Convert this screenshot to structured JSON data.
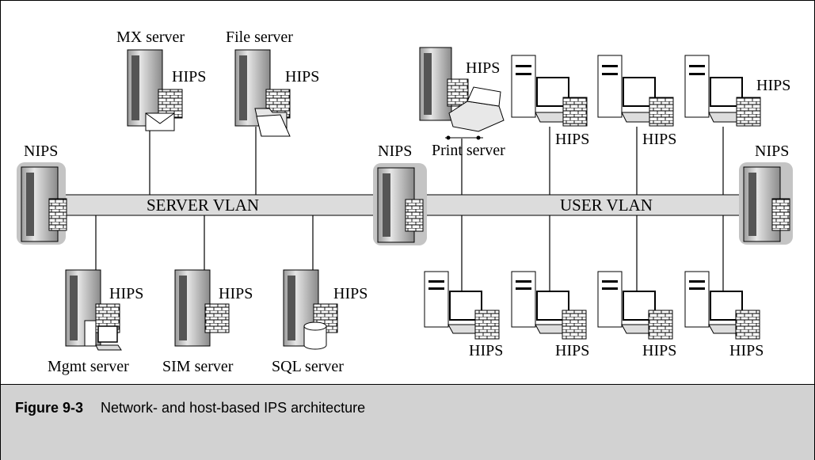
{
  "diagram": {
    "vlans": {
      "server": "SERVER VLAN",
      "user": "USER VLAN"
    },
    "labels": {
      "nips": "NIPS",
      "hips": "HIPS",
      "mx_server": "MX server",
      "file_server": "File server",
      "print_server": "Print server",
      "mgmt_server": "Mgmt server",
      "sim_server": "SIM server",
      "sql_server": "SQL server"
    }
  },
  "caption": {
    "figure_number": "Figure 9-3",
    "text": "Network- and host-based IPS architecture"
  }
}
